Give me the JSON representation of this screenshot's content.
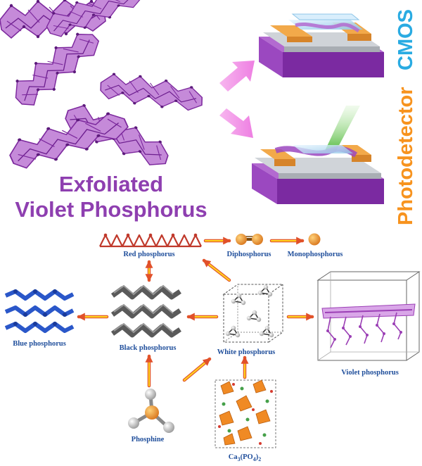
{
  "title": {
    "line1": "Exfoliated",
    "line2": "Violet Phosphorus",
    "color": "#8e3fb0"
  },
  "vertical": {
    "photodetector": "Photodetector",
    "cmos": "CMOS",
    "photodetector_color": "#f7931e",
    "cmos_color": "#29abe2"
  },
  "labels": {
    "red": "Red phosphorus",
    "di": "Diphosphorus",
    "mono": "Monophosphorus",
    "blue": "Blue phosphorus",
    "black": "Black phosphorus",
    "white": "White phosphorus",
    "violet": "Violet phosphorus",
    "phosphine": "Phosphine",
    "ca_prefix": "Ca",
    "ca_sub1": "3",
    "ca_mid": "(PO",
    "ca_sub2": "4",
    "ca_suffix": ")",
    "ca_sub3": "2"
  },
  "colors": {
    "label_text": "#1f4e9b",
    "violet": "#9b3fb5",
    "red_p": "#c0392b",
    "orange": "#f39c12",
    "blue_p": "#2a57c9",
    "black_p": "#5a5a5a",
    "gold": "#d9a04a",
    "arrow_yellow": "#ffd21f",
    "arrow_red": "#e1502a"
  }
}
